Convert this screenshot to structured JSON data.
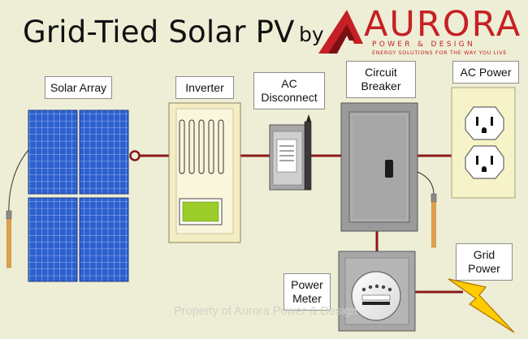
{
  "header": {
    "title": "Grid-Tied Solar PV",
    "by": "by",
    "brand_name": "AURORA",
    "brand_subtitle": "POWER & DESIGN",
    "brand_tagline": "ENERGY SOLUTIONS FOR THE WAY YOU LIVE"
  },
  "labels": {
    "solar_array": "Solar Array",
    "inverter": "Inverter",
    "ac_disconnect_line1": "AC",
    "ac_disconnect_line2": "Disconnect",
    "circuit_breaker_line1": "Circuit",
    "circuit_breaker_line2": "Breaker",
    "ac_power": "AC Power",
    "grid_power_line1": "Grid",
    "grid_power_line2": "Power",
    "power_meter_line1": "Power",
    "power_meter_line2": "Meter"
  },
  "watermark": "Property of Aurora Power & Design",
  "colors": {
    "background": "#edeed5",
    "wire": "#8b1a1a",
    "brand_red": "#c62026",
    "panel_blue": "#2d5fcf",
    "panel_cell_line": "#c5d6f5",
    "inverter_body": "#f4edc4",
    "inverter_display": "#9ccc2a",
    "breaker_gray": "#9a9a9a",
    "lightning": "#ffcc00",
    "ground_rod": "#e2a24a"
  }
}
